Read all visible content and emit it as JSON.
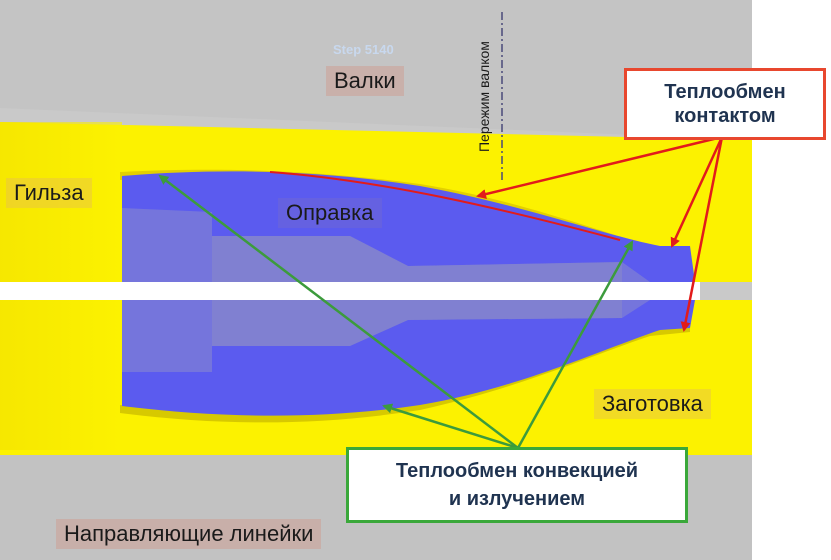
{
  "step_label": "Step 5140",
  "labels": {
    "rolls": "Валки",
    "roll_pinch": "Пережим валком",
    "shell": "Гильза",
    "mandrel": "Оправка",
    "billet": "Заготовка",
    "guides": "Направляющие линейки"
  },
  "callouts": {
    "contact": {
      "line1": "Теплообмен",
      "line2": "контактом",
      "border_color": "#e8472e"
    },
    "convection": {
      "line1": "Теплообмен конвекцией",
      "line2": "и излучением",
      "border_color": "#3aa83a"
    }
  },
  "colors": {
    "background_gray": "#c9c9c9",
    "metal_yellow": "#fcf200",
    "mandrel_blue": "#5b5bef",
    "axis_white": "#ffffff",
    "contact_arrow": "#e21b1b",
    "convection_arrow": "#3c9b3c"
  }
}
